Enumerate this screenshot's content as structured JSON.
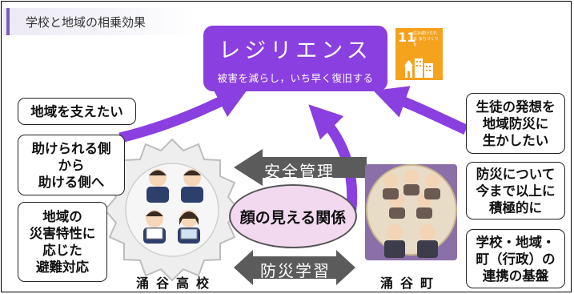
{
  "header": {
    "title": "学校と地域の相乗効果"
  },
  "resilience": {
    "title": "レジリエンス",
    "subtitle": "被害を減らし，いち早く復旧する"
  },
  "sdg": {
    "number": "11",
    "text": "住み続けられる まちづくりを",
    "icon": "city-buildings-icon",
    "color": "#f5a21d"
  },
  "school": {
    "name": "涌谷高校",
    "callouts": [
      "地域を支えたい",
      "助けられる側\nから\n助ける側へ",
      "地域の\n災害特性に\n応じた\n避難対応"
    ]
  },
  "town": {
    "name": "涌谷町",
    "callouts": [
      "生徒の発想を\n地域防災に\n生かしたい",
      "防災について\n今まで以上に\n積極的に",
      "学校・地域・\n町（行政）の\n連携の基盤"
    ]
  },
  "center": {
    "relation": "顔の見える関係",
    "top_arrow": "安全管理",
    "bottom_arrow": "防災学習"
  },
  "colors": {
    "purple": "#8a3fe0",
    "arrow_gray": "#5b5b5b",
    "pill_pink": "#f3d9ef",
    "town_bg": "#8b6fa8",
    "sdg_orange": "#f5a21d"
  }
}
